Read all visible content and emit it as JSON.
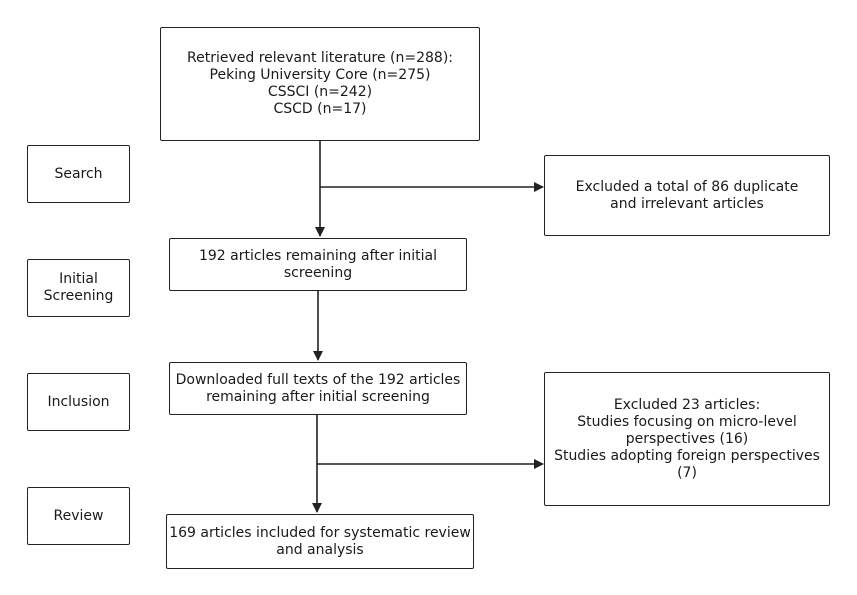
{
  "stages": [
    {
      "id": "search",
      "lines": [
        "Search"
      ]
    },
    {
      "id": "initial",
      "lines": [
        "Initial",
        "Screening"
      ]
    },
    {
      "id": "inclusion",
      "lines": [
        "Inclusion"
      ]
    },
    {
      "id": "review",
      "lines": [
        "Review"
      ]
    }
  ],
  "boxes": {
    "retrieved": [
      "Retrieved relevant literature (n=288):",
      "Peking University Core (n=275)",
      "CSSCI (n=242)",
      "CSCD (n=17)"
    ],
    "excluded_duplicates": [
      "Excluded a total of 86 duplicate",
      "and irrelevant articles"
    ],
    "remaining": [
      "192 articles remaining after initial",
      "screening"
    ],
    "downloaded": [
      "Downloaded full texts of the 192 articles",
      "remaining after initial screening"
    ],
    "excluded_23": [
      "Excluded 23 articles:",
      "Studies focusing on micro-level",
      "perspectives (16)",
      "Studies adopting foreign perspectives",
      "(7)"
    ],
    "included": [
      "169 articles included for systematic review",
      "and analysis"
    ]
  }
}
